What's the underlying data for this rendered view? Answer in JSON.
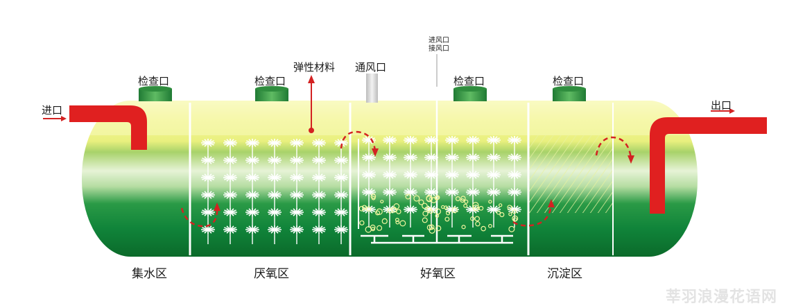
{
  "labels": {
    "inlet": "进口",
    "outlet": "出口",
    "inspection_1": "检查口",
    "inspection_2": "检查口",
    "inspection_3": "检查口",
    "inspection_4": "检查口",
    "elastic_material": "弹性材料",
    "vent": "通风口",
    "air_inlet_1": "进风口",
    "air_inlet_2": "接风口"
  },
  "zones": {
    "collection": "集水区",
    "anaerobic": "厌氧区",
    "aerobic": "好氧区",
    "sedimentation": "沉淀区"
  },
  "watermark": "莘羽浪漫花语网",
  "colors": {
    "pipe": "#e02020",
    "tank_top": "#f6f7a8",
    "tank_green": "#14863a",
    "tank_dark_green": "#0b6a2a",
    "divider": "#ffffff",
    "flow_arrow": "#d32222",
    "inspection_port": "#3a9a48",
    "vent_pipe": "#d8d8d8"
  }
}
